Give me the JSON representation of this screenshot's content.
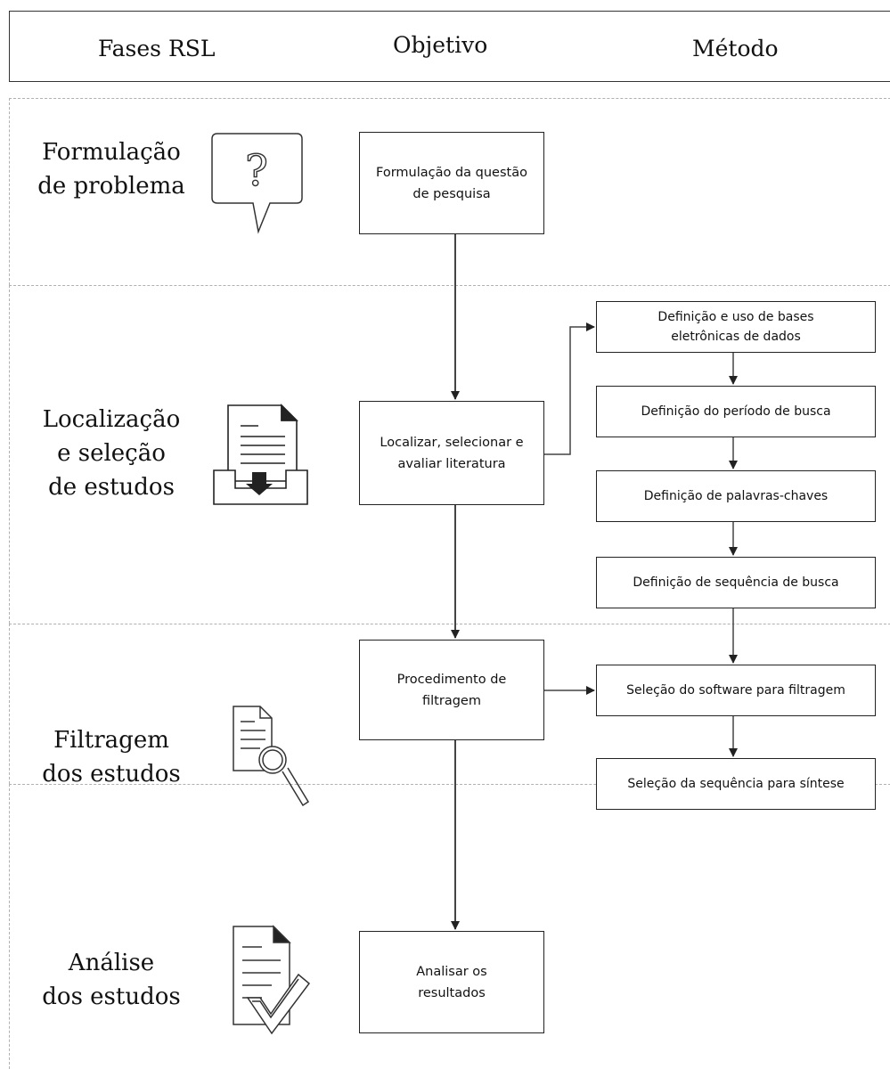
{
  "header": {
    "col_phases": "Fases RSL",
    "col_objective": "Objetivo",
    "col_method": "Método"
  },
  "phases": [
    {
      "title": "Formulação\nde problema",
      "icon": "question-speech-bubble-icon"
    },
    {
      "title": "Localização\ne seleção\nde estudos",
      "icon": "document-inbox-download-icon"
    },
    {
      "title": "Filtragem\ndos estudos",
      "icon": "document-magnifier-icon"
    },
    {
      "title": "Análise\ndos estudos",
      "icon": "document-checkmark-icon"
    }
  ],
  "objectives": {
    "formulate_question": "Formulação da questão de pesquisa",
    "locate_select": "Localizar, selecionar e avaliar literatura",
    "filtering_procedure": "Procedimento de filtragem",
    "analyze_results": "Analisar os resultados"
  },
  "methods": {
    "databases": "Definição e uso de bases eletrônicas de dados",
    "search_period": "Definição do período de busca",
    "keywords": "Definição de palavras-chaves",
    "search_sequence": "Definição de sequência de busca",
    "software_selection": "Seleção do software para filtragem",
    "synthesis_sequence": "Seleção da sequência para síntese"
  }
}
